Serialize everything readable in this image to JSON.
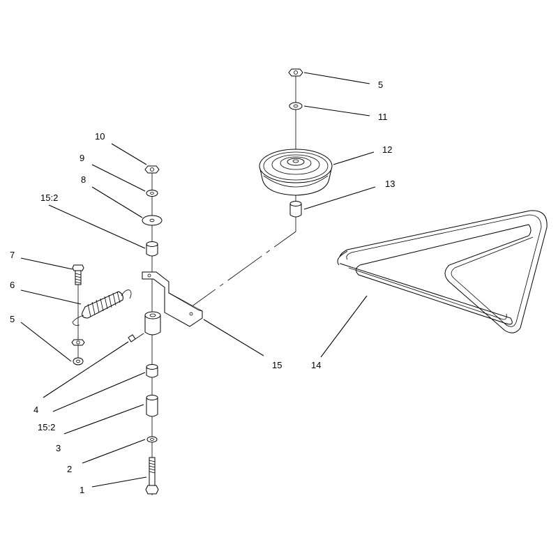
{
  "callouts": {
    "c5_top": "5",
    "c11": "11",
    "c12": "12",
    "c13": "13",
    "c10": "10",
    "c9": "9",
    "c8": "8",
    "c15_2_top": "15:2",
    "c7": "7",
    "c6": "6",
    "c5_left": "5",
    "c4": "4",
    "c15_2_bottom": "15:2",
    "c3": "3",
    "c2": "2",
    "c1": "1",
    "c15": "15",
    "c14": "14"
  },
  "colors": {
    "line": "#000000",
    "background": "#ffffff"
  }
}
